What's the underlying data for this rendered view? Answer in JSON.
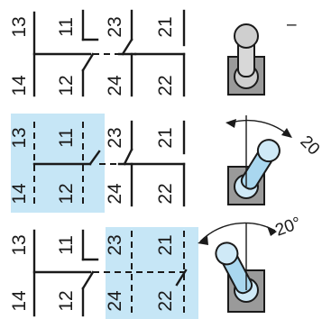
{
  "rows": [
    {
      "terminals_top": [
        "13",
        "11",
        "23",
        "21"
      ],
      "terminals_bottom": [
        "14",
        "12",
        "24",
        "22"
      ],
      "angle_label": "–",
      "highlight": "none"
    },
    {
      "terminals_top": [
        "13",
        "11",
        "23",
        "21"
      ],
      "terminals_bottom": [
        "14",
        "12",
        "24",
        "22"
      ],
      "angle_label": "20",
      "highlight": "left"
    },
    {
      "terminals_top": [
        "13",
        "11",
        "23",
        "21"
      ],
      "terminals_bottom": [
        "14",
        "12",
        "24",
        "22"
      ],
      "angle_label": "20°",
      "highlight": "right"
    }
  ]
}
